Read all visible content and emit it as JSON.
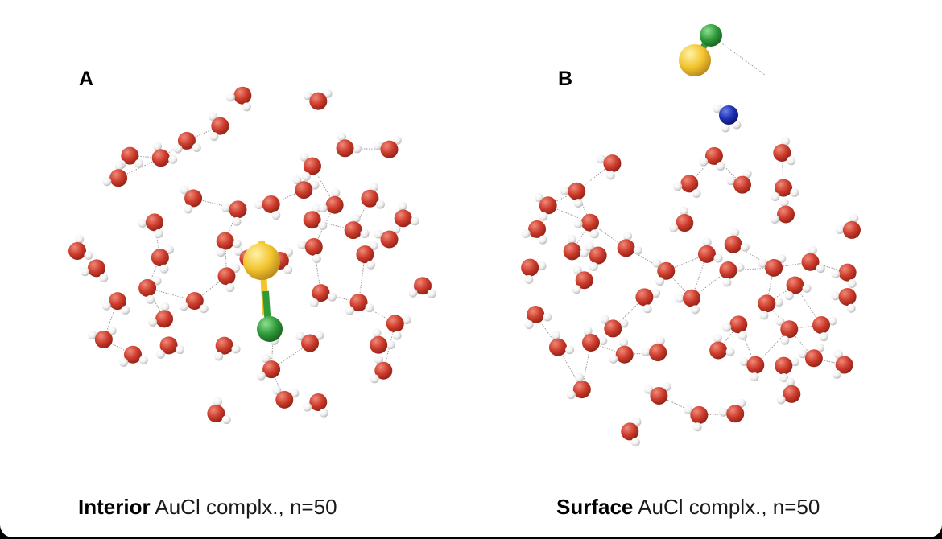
{
  "figure": {
    "panels": [
      {
        "letter": "A",
        "caption_bold": "Interior",
        "caption_rest": " AuCl complx., n=50"
      },
      {
        "letter": "B",
        "caption_bold": "Surface",
        "caption_rest": " AuCl complx., n=50"
      }
    ]
  },
  "colors": {
    "oxygen": "#cc3b2b",
    "hydrogen": "#f2f2f2",
    "gold": "#f2c530",
    "chlorine": "#2f9a3a",
    "nitrogen": "#1c2fb0",
    "hbond": "#9a9a9a",
    "background": "#ffffff"
  }
}
